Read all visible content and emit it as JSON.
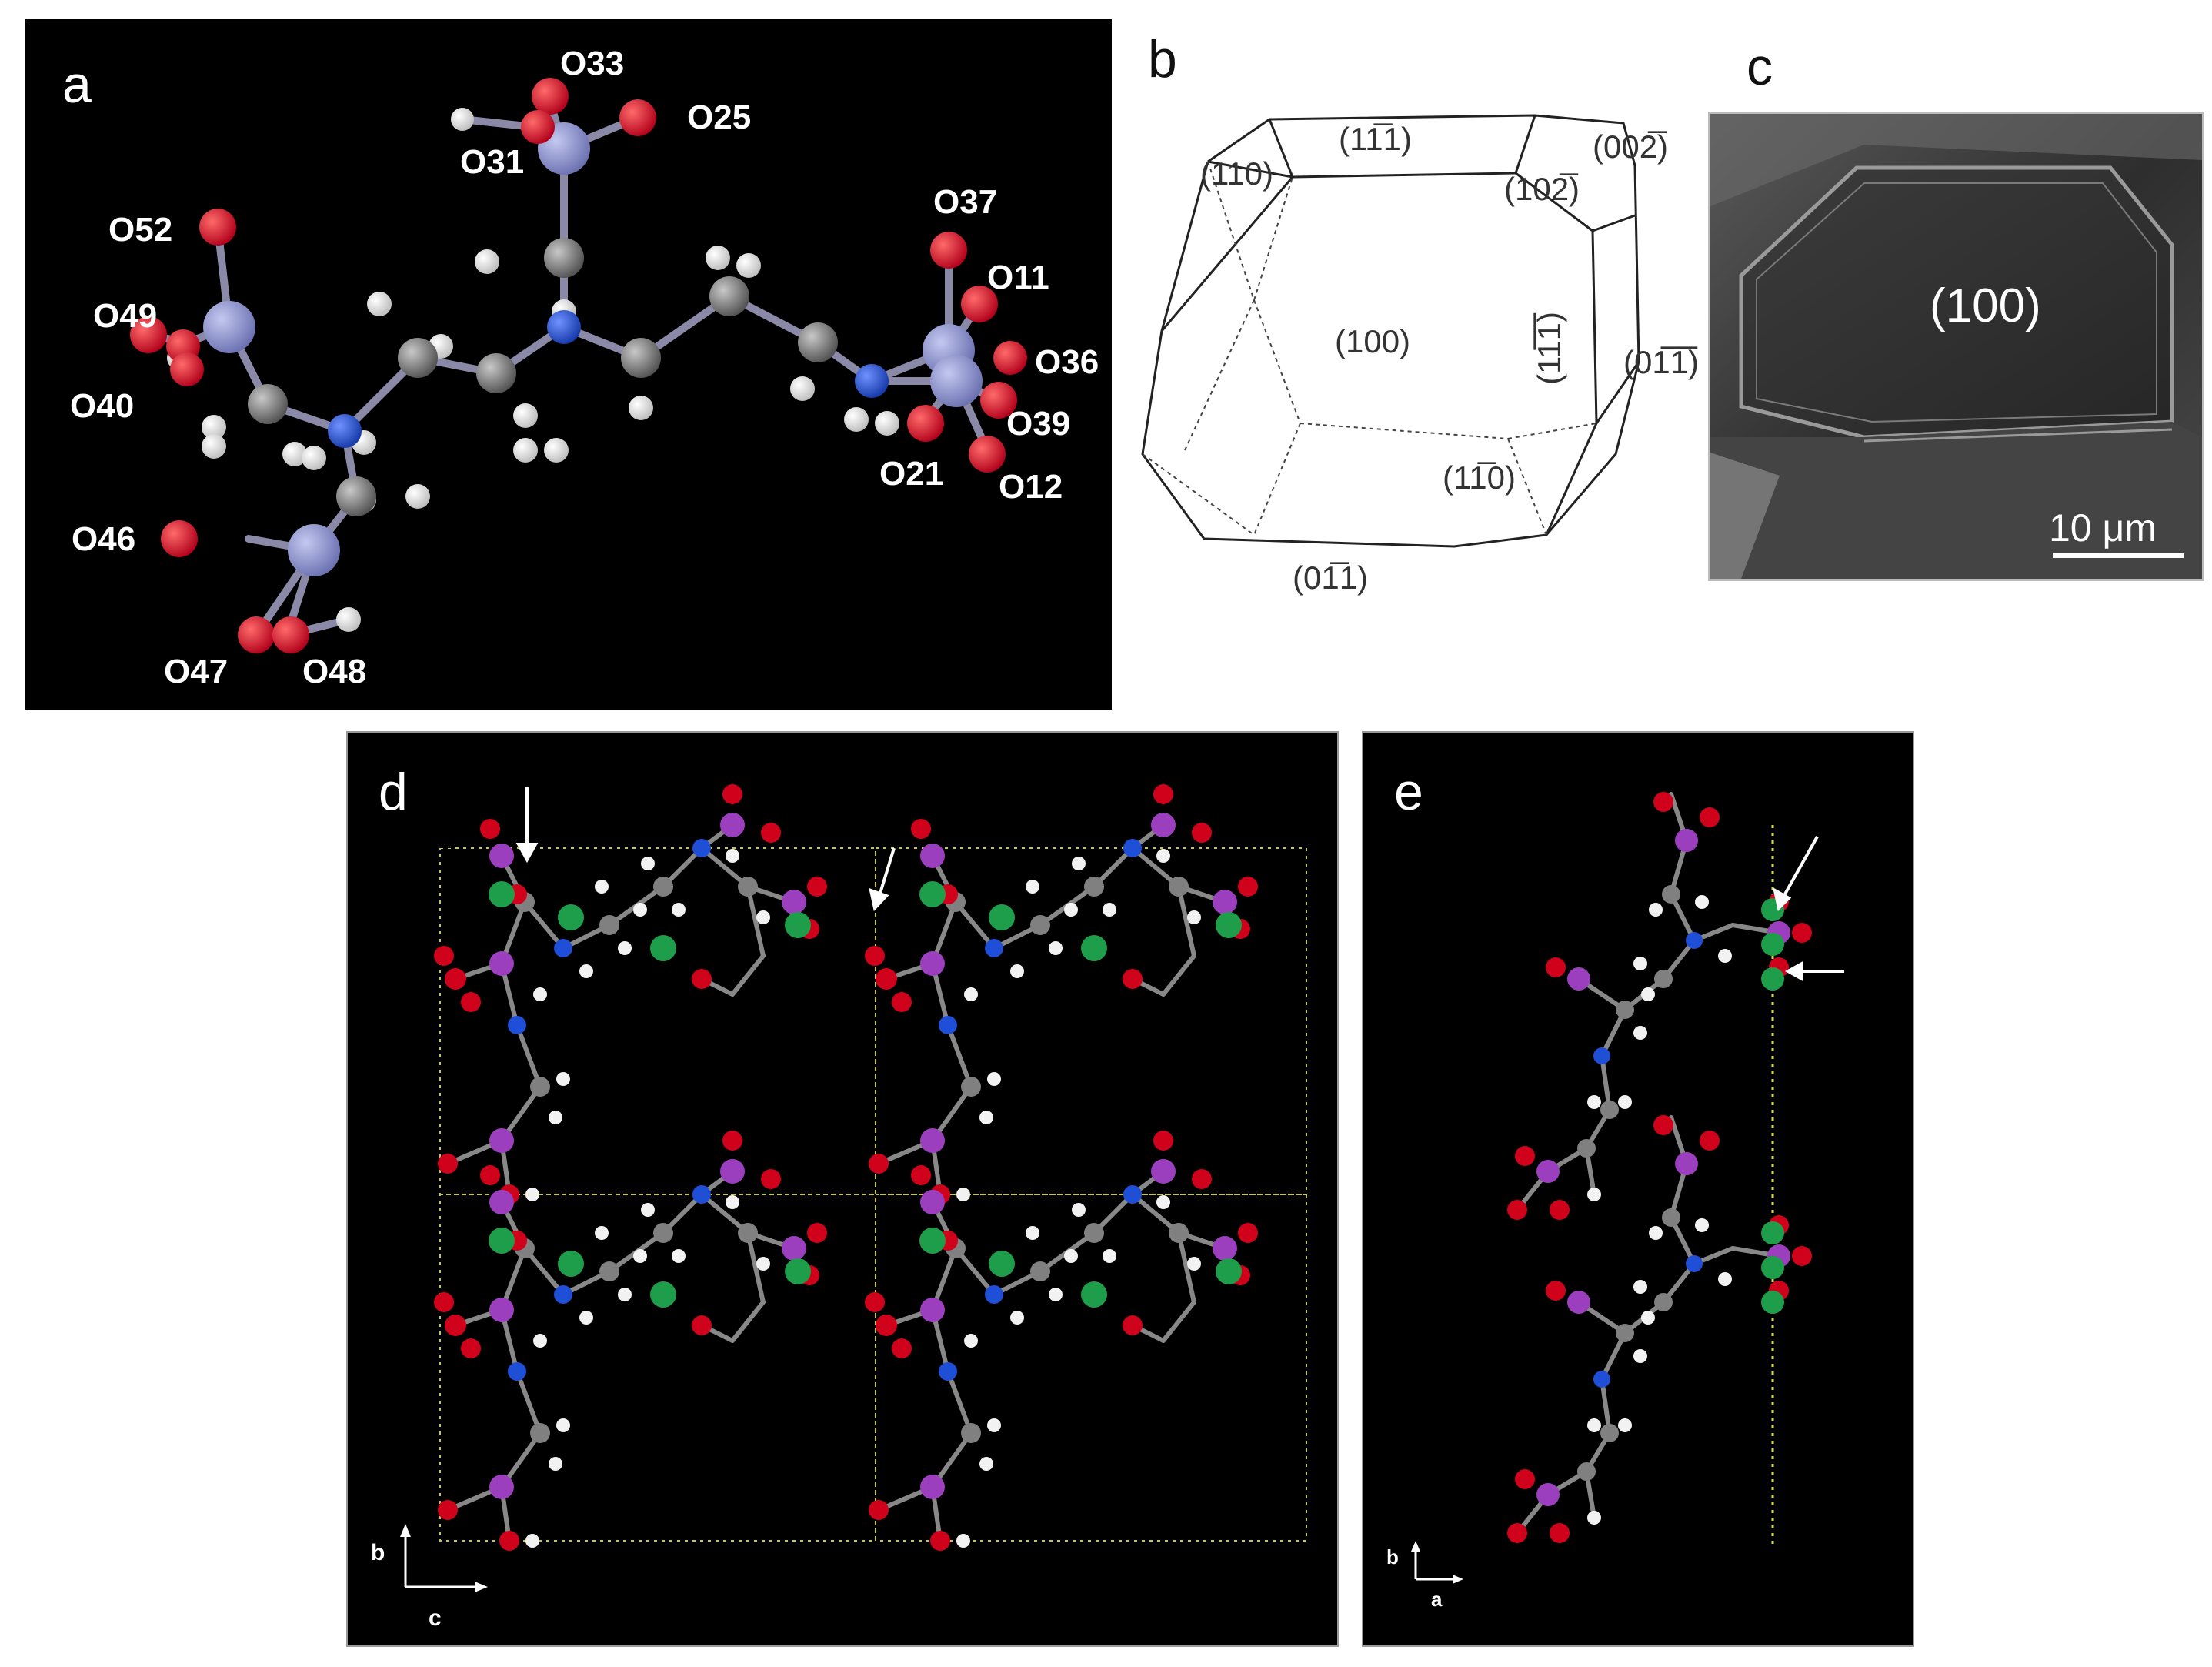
{
  "panels": {
    "a": {
      "letter": "a"
    },
    "b": {
      "letter": "b"
    },
    "c": {
      "letter": "c"
    },
    "d": {
      "letter": "d"
    },
    "e": {
      "letter": "e"
    }
  },
  "atom_labels": {
    "o33": "O33",
    "o25": "O25",
    "o31": "O31",
    "o52": "O52",
    "o37": "O37",
    "o11": "O11",
    "o49": "O49",
    "o36": "O36",
    "o40": "O40",
    "o39": "O39",
    "o21": "O21",
    "o12": "O12",
    "o46": "O46",
    "o47": "O47",
    "o48": "O48"
  },
  "facets": {
    "f110": "(110)",
    "f11b1": "(11̅1)",
    "f002b": "(002̅)",
    "f102b": "(102̅)",
    "f100": "(100)",
    "f11b1b": "(11̅1̅)",
    "f01b1b": "(01̅1̅)",
    "f11b0": "(11̅0)",
    "f01b1": "(01̅1)"
  },
  "sem": {
    "facet": "(100)",
    "scale_bar": "10 μm"
  },
  "axes": {
    "d": {
      "b": "b",
      "c": "c"
    },
    "e": {
      "b": "b",
      "a": "a"
    }
  },
  "colors": {
    "oxygen": "#d0021b",
    "phosphorus_a": "#8a8fc8",
    "phosphorus_de": "#9b3fbf",
    "carbon": "#808080",
    "nitrogen": "#1f4fd6",
    "hydrogen": "#f2f2f2",
    "water": "#1e9e4a",
    "cell_line": "#d8d84a"
  }
}
